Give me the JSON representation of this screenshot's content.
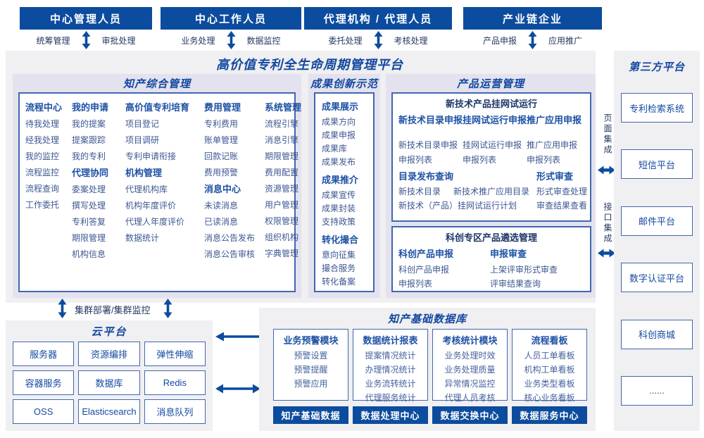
{
  "colors": {
    "bar_blue": "#0c4c9e",
    "title_blue": "#1348a0",
    "item_blue": "#3d5792",
    "section_lavender": "#e3e2ee",
    "panel_gray": "#f0eff1"
  },
  "top_roles": [
    {
      "title": "中心管理人员",
      "left": "统筹管理",
      "right": "审批处理"
    },
    {
      "title": "中心工作人员",
      "left": "业务处理",
      "right": "数据监控"
    },
    {
      "title": "代理机构 / 代理人员",
      "left": "委托处理",
      "right": "考核处理"
    },
    {
      "title": "产业链企业",
      "left": "产品申报",
      "right": "应用推广"
    }
  ],
  "platform": {
    "title": "高价值专利全生命周期管理平台",
    "zh": {
      "title": "知产综合管理",
      "columns": [
        {
          "groups": [
            {
              "header": "流程中心",
              "items": [
                "待我处理",
                "经我处理",
                "我的监控",
                "流程监控",
                "流程查询",
                "工作委托"
              ]
            }
          ]
        },
        {
          "groups": [
            {
              "header": "我的申请",
              "items": [
                "我的提案",
                "提案跟踪",
                "我的专利"
              ]
            },
            {
              "header": "代理协同",
              "items": [
                "委案处理",
                "撰写处理",
                "专利答复",
                "期限管理",
                "机构信息"
              ]
            }
          ]
        },
        {
          "groups": [
            {
              "header": "高价值专利培育",
              "items": [
                "项目登记",
                "项目调研",
                "专利申请衔接"
              ]
            },
            {
              "header": "机构管理",
              "items": [
                "代理机构库",
                "机构年度评价",
                "代理人年度评价",
                "数据统计"
              ]
            }
          ]
        },
        {
          "groups": [
            {
              "header": "费用管理",
              "items": [
                "专利费用",
                "账单管理",
                "回款记账",
                "费用预警"
              ]
            },
            {
              "header": "消息中心",
              "items": [
                "未读消息",
                "已读消息",
                "消息公告发布",
                "消息公告审核"
              ]
            }
          ]
        },
        {
          "groups": [
            {
              "header": "系统管理",
              "items": [
                "流程引擎",
                "消息引擎",
                "期限管理",
                "费用配置",
                "资源管理",
                "用户管理",
                "权限管理",
                "组织机构",
                "字典管理"
              ]
            }
          ]
        }
      ]
    },
    "cg": {
      "title": "成果创新示范",
      "groups": [
        {
          "header": "成果展示",
          "items": [
            "成果方向",
            "成果申报",
            "成果库",
            "成果发布"
          ]
        },
        {
          "header": "成果推介",
          "items": [
            "成果宣传",
            "成果封装",
            "支持政策"
          ]
        },
        {
          "header": "转化撮合",
          "items": [
            "意向征集",
            "撮合服务",
            "转化备案"
          ]
        }
      ]
    },
    "cp": {
      "title": "产品运营管理",
      "box1": {
        "title": "新技术产品挂网试运行",
        "columns": [
          {
            "header": "新技术目录申报",
            "items": [
              "新技术目录申报",
              "申报列表"
            ]
          },
          {
            "header": "挂网试运行申报",
            "items": [
              "挂网试运行申报",
              "申报列表"
            ]
          },
          {
            "header": "推广应用申报",
            "items": [
              "推广应用申报",
              "申报列表"
            ]
          }
        ],
        "catalog": {
          "header": "目录发布查询",
          "row1": [
            "新技术目录",
            "新技术推广应用目录"
          ],
          "row2": "新技术（产品）挂网试运行计划"
        },
        "review": {
          "header": "形式审查",
          "items": [
            "形式审查处理",
            "审查结果查看"
          ]
        }
      },
      "box2": {
        "title": "科创专区产品遴选管理",
        "columns": [
          {
            "header": "科创产品申报",
            "items": [
              "科创产品申报",
              "申报列表"
            ]
          },
          {
            "header": "申报审查",
            "items": [
              "上架评审形式审查",
              "评审结果查询"
            ]
          }
        ]
      }
    }
  },
  "integration": {
    "page": "页面集成",
    "api": "接口集成"
  },
  "third_party": {
    "title": "第三方平台",
    "items": [
      "专利检索系统",
      "短信平台",
      "邮件平台",
      "数字认证平台",
      "科创商城",
      "......"
    ]
  },
  "cluster_label": "集群部署/集群监控",
  "cloud": {
    "title": "云平台",
    "items": [
      "服务器",
      "资源编排",
      "弹性伸缩",
      "容器服务",
      "数据库",
      "Redis",
      "OSS",
      "Elasticsearch",
      "消息队列"
    ]
  },
  "database": {
    "title": "知产基础数据库",
    "modules": [
      {
        "header": "业务预警模块",
        "items": [
          "预警设置",
          "预警提醒",
          "预警应用"
        ]
      },
      {
        "header": "数据统计报表",
        "items": [
          "提案情况统计",
          "办理情况统计",
          "业务流转统计",
          "代理服务统计"
        ]
      },
      {
        "header": "考核统计模块",
        "items": [
          "业务处理时效",
          "业务处理质量",
          "异常情况监控",
          "代理人员考核"
        ]
      },
      {
        "header": "流程看板",
        "items": [
          "人员工单看板",
          "机构工单看板",
          "业务类型看板",
          "核心业务看板"
        ]
      }
    ],
    "bars": [
      "知产基础数据",
      "数据处理中心",
      "数据交换中心",
      "数据服务中心"
    ]
  }
}
